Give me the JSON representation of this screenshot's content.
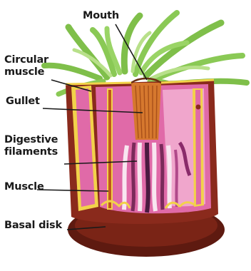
{
  "labels": {
    "mouth": "Mouth",
    "circular_muscle_line1": "Circular",
    "circular_muscle_line2": "muscle",
    "gullet": "Gullet",
    "digestive_line1": "Digestive",
    "digestive_line2": "filaments",
    "muscle": "Muscle",
    "basal_disk": "Basal disk"
  },
  "colors": {
    "tentacle": "#7fbf4a",
    "tentacle_light": "#b8e08a",
    "body_wall": "#8a2a1c",
    "body_wall_dark": "#5e1a10",
    "cavity": "#e06aa8",
    "cavity_light": "#f0a6cc",
    "mesentery": "#f2d24a",
    "gullet": "#d6782e",
    "filament_light": "#f8e6f0",
    "filament_dark": "#7a2a5a"
  }
}
